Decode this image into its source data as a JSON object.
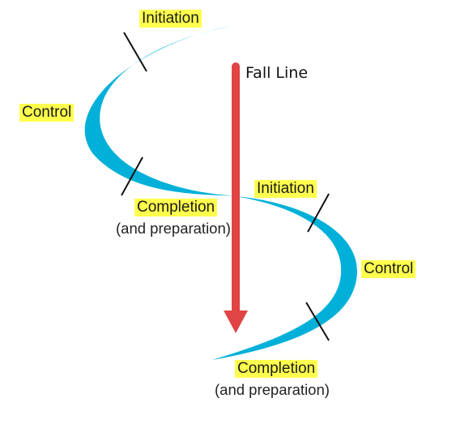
{
  "diagram": {
    "fall_line_label": "Fall Line",
    "turn1": {
      "initiation": "Initiation",
      "control": "Control",
      "completion": "Completion",
      "completion_note": "(and preparation)"
    },
    "turn2": {
      "initiation": "Initiation",
      "control": "Control",
      "completion": "Completion",
      "completion_note": "(and preparation)"
    }
  },
  "colors": {
    "turn_fill": "#00b0d8",
    "arrow": "#e04444",
    "highlight": "#ffff4d",
    "divider": "#111111"
  }
}
